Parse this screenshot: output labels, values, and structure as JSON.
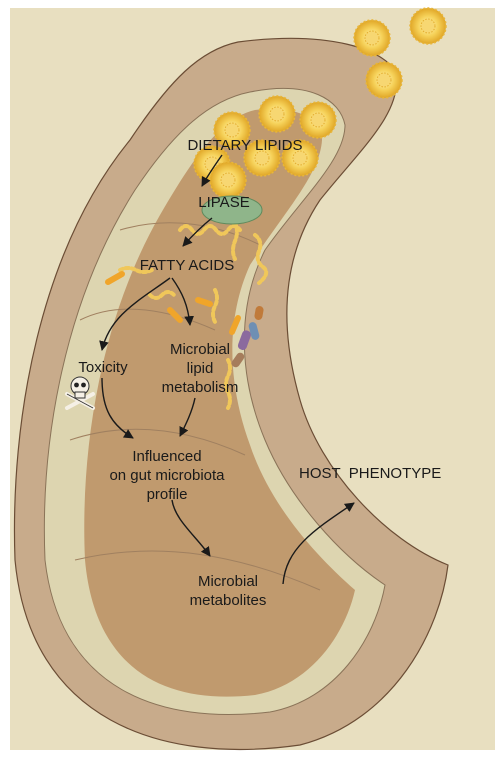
{
  "labels": {
    "dietary_lipids": "DIETARY LIPIDS",
    "lipase": "LIPASE",
    "fatty_acids": "FATTY ACIDS",
    "toxicity": "Toxicity",
    "microbial_lipid_1": "Microbial",
    "microbial_lipid_2": "lipid",
    "microbial_lipid_3": "metabolism",
    "influenced_1": "Influenced",
    "influenced_2": "on gut microbiota",
    "influenced_3": "profile",
    "metabolites_1": "Microbial",
    "metabolites_2": "metabolites",
    "host_phenotype": "HOST  PHENOTYPE"
  },
  "colors": {
    "background": "#e8dfc0",
    "outer_wall": "#c8ab8b",
    "mucosa": "#ddd5b0",
    "lumen": "#c09a6e",
    "lipid_droplet": "#f2c23a",
    "lipase_enzyme": "#8fb58a",
    "fatty_acid_chain": "#f0c75a"
  },
  "icons": [
    "skull-crossbones-icon",
    "lipid-droplet-icon",
    "bacteria-icon"
  ]
}
